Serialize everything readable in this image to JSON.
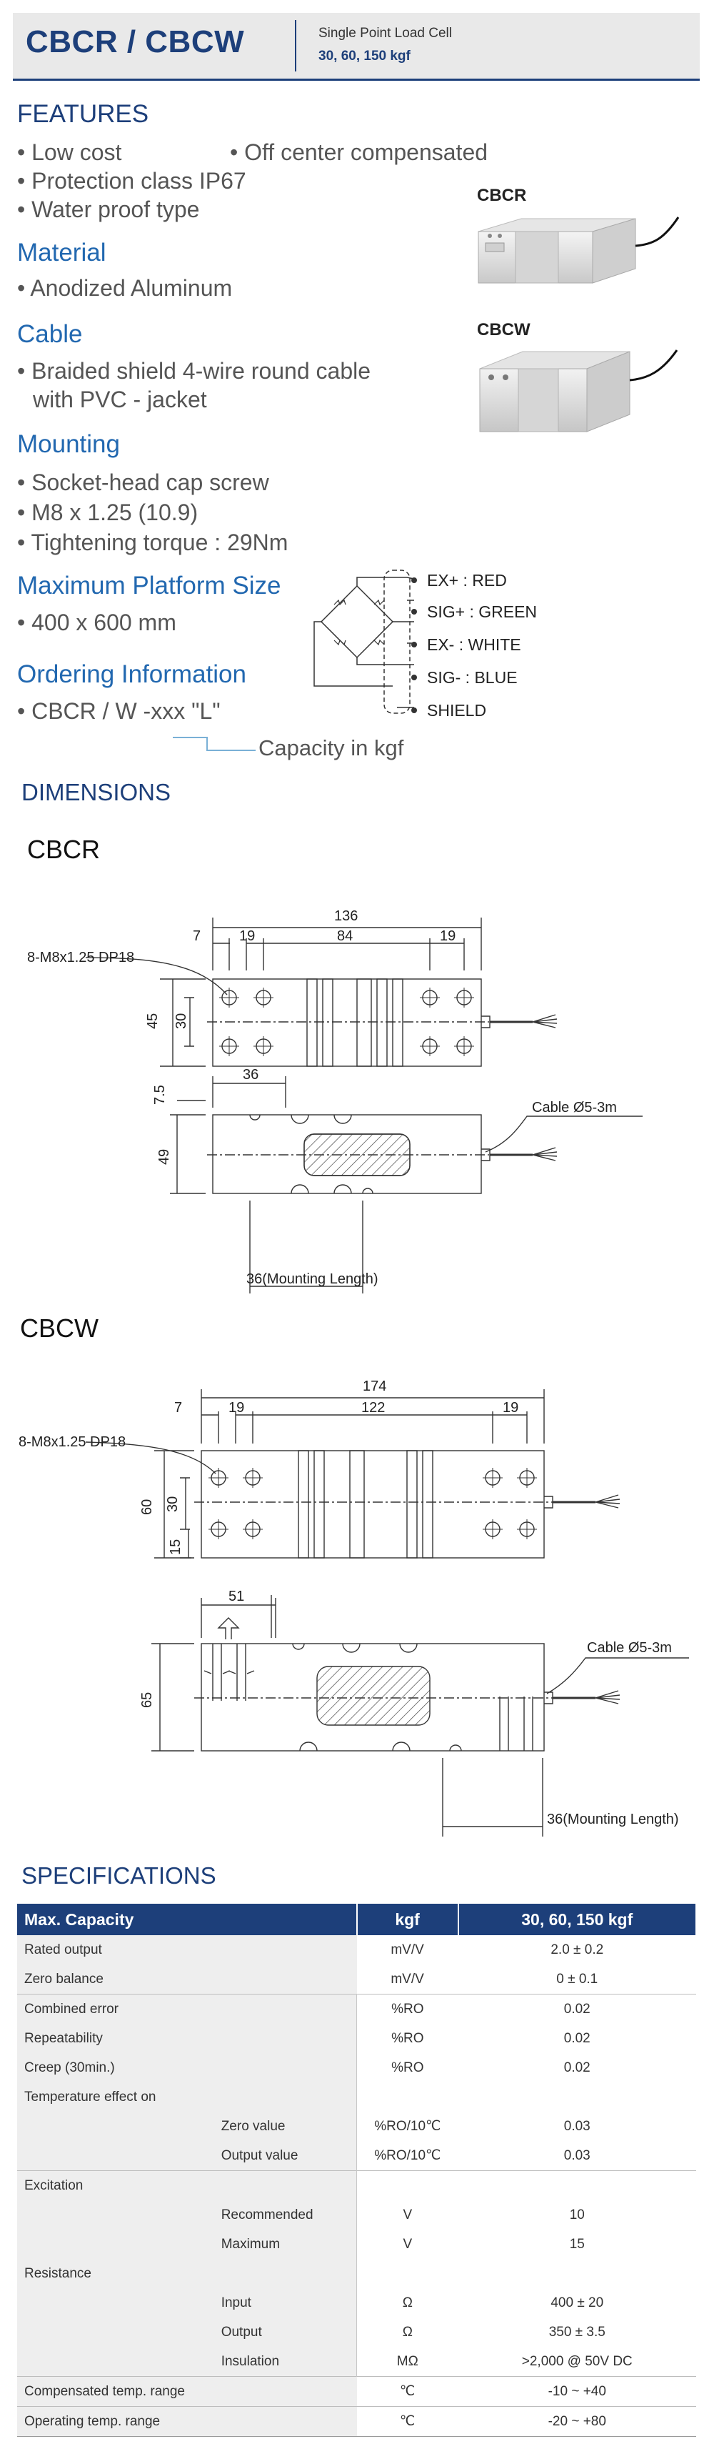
{
  "header": {
    "title": "CBCR / CBCW",
    "subtitle": "Single Point Load Cell",
    "capacities": "30, 60, 150 kgf"
  },
  "features": {
    "heading": "FEATURES",
    "items": [
      "• Low cost",
      "• Off center compensated",
      "• Protection class IP67",
      "• Water proof type"
    ]
  },
  "material": {
    "heading": "Material",
    "items": [
      "• Anodized Aluminum"
    ]
  },
  "cable": {
    "heading": "Cable",
    "lines": [
      "• Braided shield 4-wire round cable",
      "with PVC - jacket"
    ]
  },
  "mounting": {
    "heading": "Mounting",
    "items": [
      "• Socket-head cap screw",
      "• M8 x 1.25 (10.9)",
      "• Tightening torque : 29Nm"
    ]
  },
  "platform": {
    "heading": "Maximum Platform Size",
    "items": [
      "• 400 x 600 mm"
    ]
  },
  "ordering": {
    "heading": "Ordering Information",
    "code": "• CBCR / W -xxx \"L\"",
    "capacity_note": "Capacity in kgf"
  },
  "photos": {
    "cbcr_label": "CBCR",
    "cbcw_label": "CBCW"
  },
  "wiring": [
    "EX+ : RED",
    "SIG+ : GREEN",
    "EX- : WHITE",
    "SIG- : BLUE",
    "SHIELD"
  ],
  "dimensions": {
    "heading": "DIMENSIONS",
    "cbcr": {
      "label": "CBCR",
      "screw": "8-M8x1.25 DP18",
      "dims": {
        "total": "136",
        "edge": "7",
        "left19": "19",
        "mid": "84",
        "right19": "19",
        "height45": "45",
        "height30": "30",
        "d75": "7.5",
        "d36": "36",
        "h49": "49"
      },
      "cable": "Cable Ø5-3m",
      "mounting": "36(Mounting Length)"
    },
    "cbcw": {
      "label": "CBCW",
      "screw": "8-M8x1.25 DP18",
      "dims": {
        "total": "174",
        "edge": "7",
        "left19": "19",
        "mid": "122",
        "right19": "19",
        "h60": "60",
        "h30": "30",
        "h15": "15",
        "d51": "51",
        "h65": "65"
      },
      "cable": "Cable Ø5-3m",
      "mounting": "36(Mounting Length)"
    }
  },
  "specifications": {
    "heading": "SPECIFICATIONS",
    "header": [
      "Max. Capacity",
      "kgf",
      "30, 60, 150 kgf"
    ],
    "rows": [
      {
        "label": "Rated output",
        "sub": "",
        "unit": "mV/V",
        "value": "2.0 ± 0.2"
      },
      {
        "label": "Zero balance",
        "sub": "",
        "unit": "mV/V",
        "value": "0 ± 0.1"
      },
      {
        "label": "Combined error",
        "sub": "",
        "unit": "%RO",
        "value": "0.02"
      },
      {
        "label": "Repeatability",
        "sub": "",
        "unit": "%RO",
        "value": "0.02"
      },
      {
        "label": "Creep (30min.)",
        "sub": "",
        "unit": "%RO",
        "value": "0.02"
      },
      {
        "label": "Temperature effect on",
        "sub": "",
        "unit": "",
        "value": ""
      },
      {
        "label": "",
        "sub": "Zero value",
        "unit": "%RO/10℃",
        "value": "0.03"
      },
      {
        "label": "",
        "sub": "Output  value",
        "unit": "%RO/10℃",
        "value": "0.03"
      },
      {
        "label": "Excitation",
        "sub": "",
        "unit": "",
        "value": ""
      },
      {
        "label": "",
        "sub": "Recommended",
        "unit": "V",
        "value": "10"
      },
      {
        "label": "",
        "sub": "Maximum",
        "unit": "V",
        "value": "15"
      },
      {
        "label": "Resistance",
        "sub": "",
        "unit": "",
        "value": ""
      },
      {
        "label": "",
        "sub": "Input",
        "unit": "Ω",
        "value": "400 ± 20"
      },
      {
        "label": "",
        "sub": "Output",
        "unit": "Ω",
        "value": "350 ± 3.5"
      },
      {
        "label": "",
        "sub": "Insulation",
        "unit": "MΩ",
        "value": ">2,000 @ 50V DC"
      },
      {
        "label": "Compensated temp. range",
        "sub": "",
        "unit": "℃",
        "value": "-10 ~ +40"
      },
      {
        "label": "Operating temp. range",
        "sub": "",
        "unit": "℃",
        "value": "-20 ~ +80"
      }
    ]
  }
}
